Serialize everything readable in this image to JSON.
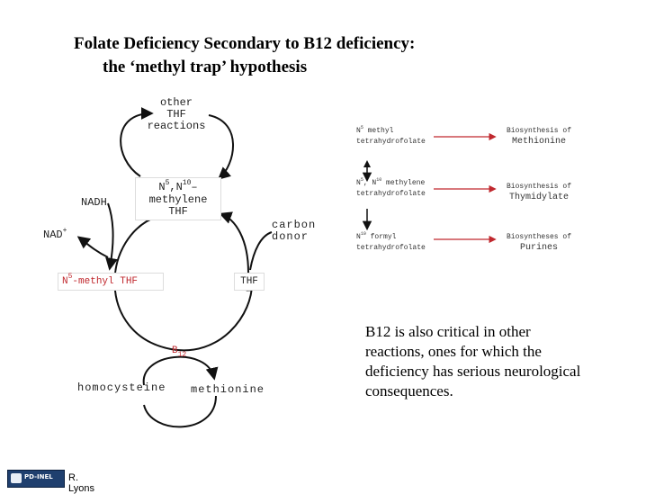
{
  "title": {
    "line1": "Folate Deficiency Secondary to B12 deficiency:",
    "line2": "the ‘methyl trap’ hypothesis"
  },
  "cycle": {
    "other_thf_reactions": [
      "other",
      "THF",
      "reactions"
    ],
    "methylene": {
      "line1_pre": "N",
      "sup1": "5",
      "mid": ",N",
      "sup2": "10",
      "post": "–",
      "line2": "methylene",
      "line3": "THF"
    },
    "nadh": "NADH",
    "nad": "NAD",
    "nad_sup": "+",
    "methyl_thf": {
      "pre": "N",
      "sup": "5",
      "post": "-methyl THF"
    },
    "thf": "THF",
    "carbon_donor": [
      "carbon",
      "donor"
    ],
    "b12": {
      "base": "B",
      "sub": "12"
    },
    "homocysteine": "homocysteine",
    "methionine": "methionine"
  },
  "pathways": [
    {
      "from_pre": "N",
      "from_sup": "5",
      "from_post": " methyl",
      "from_line2": "tetrahydrofolate",
      "to_line1": "Biosynthesis of",
      "to_line2": "Methionine"
    },
    {
      "from_pre": "N",
      "from_sup": "5",
      "from_post": ", N",
      "from_sup2": "10",
      "from_post2": " methylene",
      "from_line2": "tetrahydrofolate",
      "to_line1": "Biosynthesis of",
      "to_line2": "Thymidylate"
    },
    {
      "from_pre": "N",
      "from_sup": "10",
      "from_post": " formyl",
      "from_line2": "tetrahydrofolate",
      "to_line1": "Biosyntheses of",
      "to_line2": "Purines"
    }
  ],
  "note": "B12 is also critical in other reactions, ones for which the deficiency has serious neurological consequences.",
  "footer": {
    "badge": "PD-INEL",
    "author": "R. Lyons"
  },
  "colors": {
    "accent_red": "#c0282e",
    "badge_blue": "#1f3f6e"
  }
}
